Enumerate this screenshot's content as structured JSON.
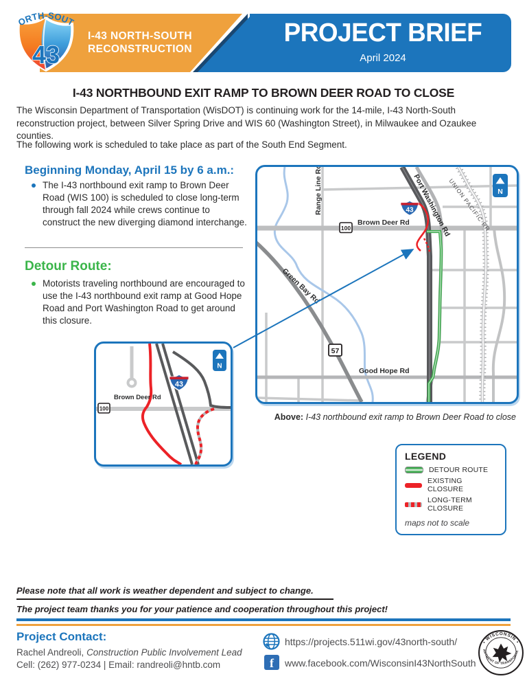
{
  "colors": {
    "blue": "#1c75bc",
    "orange": "#efa13d",
    "green": "#3bb54a",
    "red": "#ec2227",
    "navy": "#1a4771"
  },
  "logo": {
    "top_text": "NORTH-SOUTH",
    "number": "43"
  },
  "header": {
    "program_line1": "I-43 NORTH-SOUTH",
    "program_line2": "RECONSTRUCTION",
    "title": "PROJECT BRIEF",
    "date": "April 2024"
  },
  "headline": "I-43 NORTHBOUND EXIT RAMP TO BROWN DEER ROAD TO CLOSE",
  "intro": {
    "p1": "The Wisconsin Department of Transportation (WisDOT) is continuing work for the 14-mile, I-43 North-South reconstruction project, between Silver Spring Drive and WIS 60 (Washington Street), in Milwaukee and Ozaukee counties.",
    "p2": "The following work is scheduled to take place as part of the South End Segment."
  },
  "schedule": {
    "heading": "Beginning Monday, April 15 by 6 a.m.:",
    "bullet": "The I-43 northbound exit ramp to Brown Deer Road (WIS 100) is scheduled to close long-term through fall 2024 while crews continue to construct the new diverging diamond interchange."
  },
  "detour": {
    "heading": "Detour Route:",
    "bullet": "Motorists traveling northbound are encouraged to use the I-43 northbound exit ramp at Good Hope Road and Port Washington Road to get around this closure."
  },
  "map": {
    "labels": {
      "range_line": "Range Line Rd",
      "brown_deer": "Brown Deer Rd",
      "port_washington": "Port Washington Rd",
      "union_pacific": "UNION PACIFIC RR",
      "green_bay": "Green Bay Rd",
      "good_hope": "Good Hope Rd",
      "route_100": "100",
      "route_57": "57",
      "i43": "43",
      "north": "N"
    }
  },
  "inset": {
    "labels": {
      "brown_deer": "Brown Deer Rd",
      "route_100": "100",
      "i43": "43",
      "north": "N"
    }
  },
  "caption": {
    "label": "Above:",
    "text": "I-43 northbound exit ramp to Brown Deer Road to close"
  },
  "legend": {
    "title": "LEGEND",
    "items": [
      {
        "label": "DETOUR ROUTE"
      },
      {
        "label": "EXISTING CLOSURE"
      },
      {
        "label": "LONG-TERM CLOSURE"
      }
    ],
    "note": "maps not to scale"
  },
  "footer": {
    "note1": "Please note that all work is weather dependent and subject to change.",
    "note2": "The project team thanks you for your patience and cooperation throughout this project!",
    "contact_heading": "Project Contact:",
    "contact_name": "Rachel Andreoli, ",
    "contact_role": "Construction Public Involvement Lead",
    "contact_line2": "Cell: (262) 977-0234  | Email: randreoli@hntb.com",
    "links": [
      {
        "url": "https://projects.511wi.gov/43north-south/"
      },
      {
        "url": "www.facebook.com/WisconsinI43NorthSouth"
      }
    ]
  },
  "seal": {
    "top": "• WISCONSIN •",
    "bottom": "DEPARTMENT OF TRANSPORTATION"
  }
}
